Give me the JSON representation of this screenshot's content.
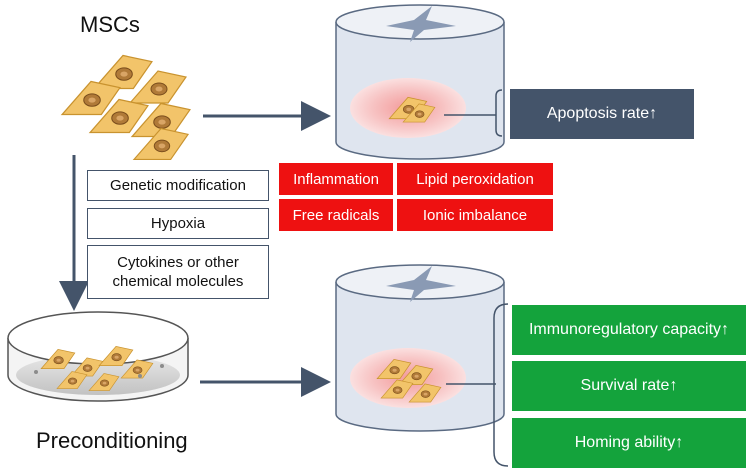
{
  "labels": {
    "msc": "MSCs",
    "preconditioning": "Preconditioning"
  },
  "methods": [
    "Genetic modification",
    "Hypoxia",
    "Cytokines or other chemical molecules"
  ],
  "stressors": [
    "Inflammation",
    "Lipid peroxidation",
    "Free radicals",
    "Ionic imbalance"
  ],
  "outcomes_untreated": [
    "Apoptosis rate↑"
  ],
  "outcomes_preconditioned": [
    "Immunoregulatory capacity↑",
    "Survival rate↑",
    "Homing ability↑"
  ],
  "colors": {
    "arrow": "#44546a",
    "stress_red": "#ee1111",
    "outcome_dark": "#44546a",
    "outcome_green": "#14a33c",
    "cell_fill": "#f2c46a",
    "nucleus": "#b07a38",
    "cylinder": "#dfe5ef",
    "injury_zone": "#f6b8b8"
  }
}
